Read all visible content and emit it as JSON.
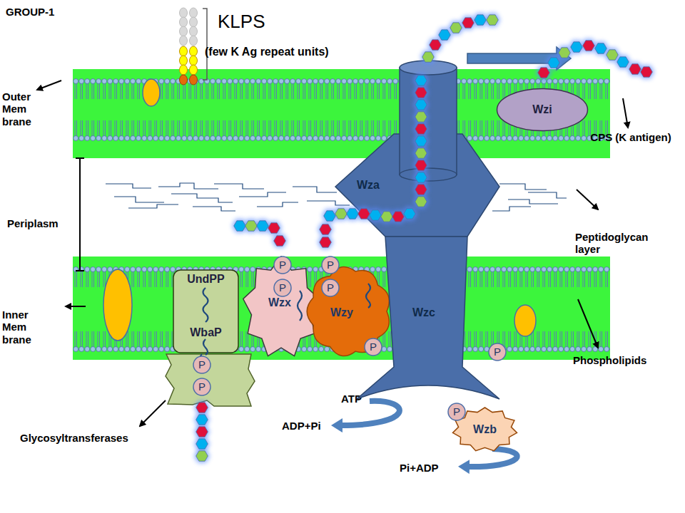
{
  "diagram": {
    "title": "GROUP-1",
    "nodes": [
      {
        "text": [
          "Wzi"
        ]
      },
      {
        "text": [
          "Wza"
        ]
      },
      {
        "text": [
          "UndPP",
          "WbaP"
        ]
      },
      {
        "text": [
          "Wzx"
        ]
      },
      {
        "text": [
          "Wzy"
        ]
      },
      {
        "text": [
          "Wzc"
        ]
      },
      {
        "text": [
          "Wzb"
        ]
      },
      {
        "text": [
          "P"
        ]
      },
      {
        "text": [
          "P"
        ]
      },
      {
        "text": [
          "P"
        ]
      },
      {
        "text": [
          "P"
        ]
      },
      {
        "text": [
          "P"
        ]
      },
      {
        "text": [
          "P"
        ]
      },
      {
        "text": [
          "P"
        ]
      },
      {
        "text": [
          "P"
        ]
      },
      {
        "text": [
          "P"
        ]
      }
    ],
    "labels": [
      "KLPS",
      "(few K Ag repeat units)",
      "Outer Mem brane",
      "Periplasm",
      "Inner Mem brane",
      "Peptidoglycan layer",
      "Phospholipids",
      "CPS (K antigen)",
      "Glycosyltransferases",
      "ATP",
      "ADP+Pi",
      "Pi+ADP"
    ]
  }
}
